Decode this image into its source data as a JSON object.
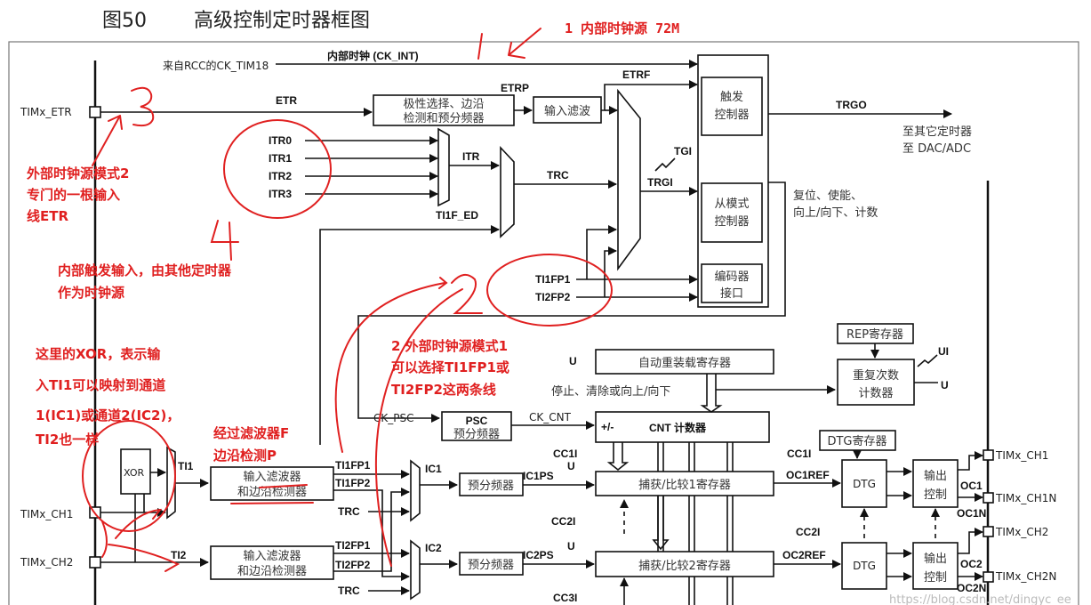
{
  "header": {
    "figure_no": "图50",
    "title": "高级控制定时器框图"
  },
  "clock": {
    "source": "来自RCC的CK_TIM18",
    "internal": "内部时钟 (CK_INT)"
  },
  "pins": {
    "etr": "TIMx_ETR",
    "ch1_in": "TIMx_CH1",
    "ch2_in": "TIMx_CH2",
    "ch1_out": "TIMx_CH1",
    "ch1n_out": "TIMx_CH1N",
    "ch2_out": "TIMx_CH2",
    "ch2n_out": "TIMx_CH2N"
  },
  "signals": {
    "etr": "ETR",
    "etrp": "ETRP",
    "etrf": "ETRF",
    "itr0": "ITR0",
    "itr1": "ITR1",
    "itr2": "ITR2",
    "itr3": "ITR3",
    "itr": "ITR",
    "trc": "TRC",
    "ti1f_ed": "TI1F_ED",
    "tgi": "TGI",
    "trgi": "TRGI",
    "trgo": "TRGO",
    "ti1fp1_top": "TI1FP1",
    "ti2fp2_top": "TI2FP2",
    "ck_psc": "CK_PSC",
    "ck_cnt": "CK_CNT",
    "ti1": "TI1",
    "ti2": "TI2",
    "xor": "XOR",
    "ti1fp1": "TI1FP1",
    "ti1fp2": "TI1FP2",
    "trc1": "TRC",
    "ti2fp1": "TI2FP1",
    "ti2fp2": "TI2FP2",
    "trc2": "TRC",
    "ic1": "IC1",
    "ic2": "IC2",
    "ic1ps": "IC1PS",
    "ic2ps": "IC2PS",
    "u1": "U",
    "u2": "U",
    "u3": "U",
    "u4": "U",
    "ui": "UI",
    "cc1i_in": "CC1I",
    "cc2i_in": "CC2I",
    "cc1i_out": "CC1I",
    "cc2i_out": "CC2I",
    "cc3i": "CC3I",
    "oc1ref": "OC1REF",
    "oc2ref": "OC2REF",
    "oc1": "OC1",
    "oc1n": "OC1N",
    "oc2": "OC2",
    "oc2n": "OC2N"
  },
  "blocks": {
    "polarity_1": "极性选择、边沿",
    "polarity_2": "检测和预分频器",
    "input_filter": "输入滤波",
    "trigger_ctrl_1": "触发",
    "trigger_ctrl_2": "控制器",
    "slave_ctrl_1": "从模式",
    "slave_ctrl_2": "控制器",
    "encoder_1": "编码器",
    "encoder_2": "接口",
    "to_other_1": "至其它定时器",
    "to_other_2": "至 DAC/ADC",
    "reset_1": "复位、使能、",
    "reset_2": "向上/向下、计数",
    "psc_1": "PSC",
    "psc_2": "预分频器",
    "cnt_sign": "+/-",
    "cnt": "CNT 计数器",
    "arr": "自动重装载寄存器",
    "stop": "停止、清除或向上/向下",
    "rep": "REP寄存器",
    "rcr_1": "重复次数",
    "rcr_2": "计数器",
    "dtg_reg": "DTG寄存器",
    "dtg1": "DTG",
    "dtg2": "DTG",
    "ccr1": "捕获/比较1寄存器",
    "ccr2": "捕获/比较2寄存器",
    "outctl1_1": "输出",
    "outctl1_2": "控制",
    "outctl2_1": "输出",
    "outctl2_2": "控制",
    "filter1_1": "输入滤波器",
    "filter1_2": "和边沿检测器",
    "filter2_1": "输入滤波器",
    "filter2_2": "和边沿检测器",
    "prescaler1": "预分频器",
    "prescaler2": "预分频器"
  },
  "annotations": {
    "n1": "1 内部时钟源 72M",
    "n3_1": "外部时钟源模式2",
    "n3_2": "专门的一根输入",
    "n3_3": "线ETR",
    "n4_1": "内部触发输入，由其他定时器",
    "n4_2": "作为时钟源",
    "n2_1": "2 外部时钟源模式1",
    "n2_2": "可以选择TI1FP1或",
    "n2_3": "TI2FP2这两条线",
    "xor_1": "这里的XOR，表示输",
    "xor_2": "入TI1可以映射到通道",
    "xor_3": "1(IC1)或通道2(IC2)，",
    "xor_4": "TI2也一样",
    "filter_1": "经过滤波器F",
    "filter_2": "边沿检测P",
    "hand_1": "1",
    "hand_2": "2",
    "hand_3": "3",
    "hand_4": "4"
  },
  "watermark": "https://blog.csdn.net/dingyc_ee",
  "colors": {
    "annotation": "#e02020",
    "line": "#111111"
  }
}
